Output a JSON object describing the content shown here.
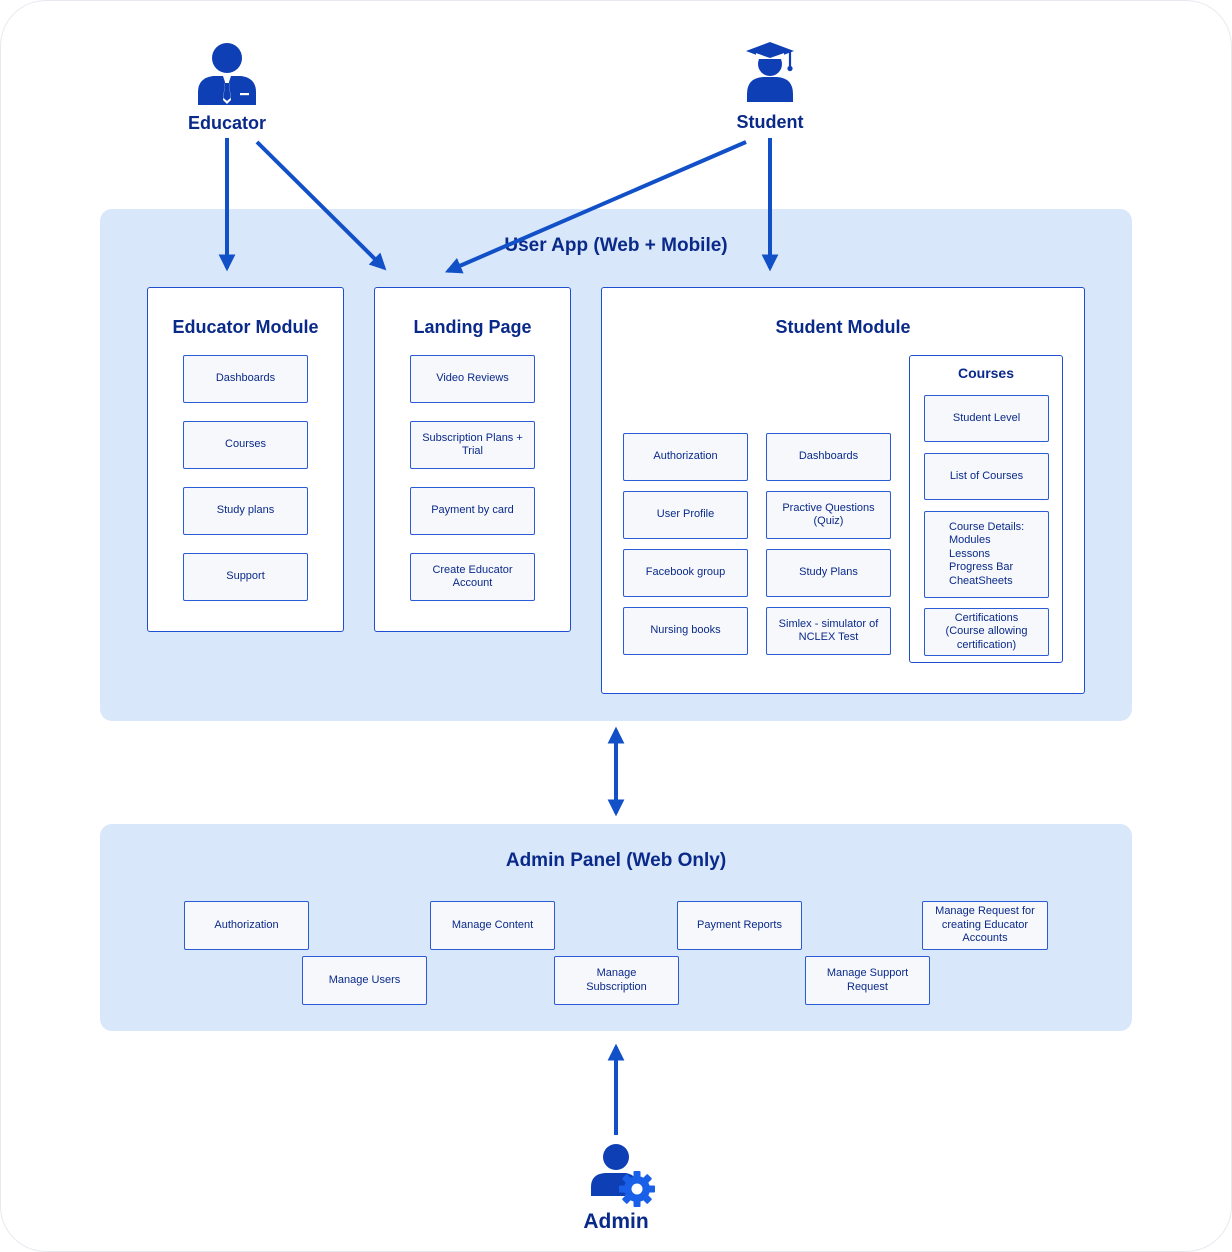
{
  "actors": {
    "educator": "Educator",
    "student": "Student",
    "admin": "Admin"
  },
  "user_app": {
    "title": "User App (Web + Mobile)",
    "educator_module": {
      "title": "Educator Module",
      "items": [
        "Dashboards",
        "Courses",
        "Study plans",
        "Support"
      ]
    },
    "landing_page": {
      "title": "Landing Page",
      "items": [
        "Video Reviews",
        "Subscription Plans +\nTrial",
        "Payment by card",
        "Create Educator\nAccount"
      ]
    },
    "student_module": {
      "title": "Student Module",
      "items": [
        "Authorization",
        "Dashboards",
        "User Profile",
        "Practive Questions\n(Quiz)",
        "Facebook group",
        "Study Plans",
        "Nursing books",
        "Simlex - simulator of\nNCLEX Test"
      ],
      "courses": {
        "title": "Courses",
        "items": [
          "Student Level",
          "List of Courses",
          "Course Details:\nModules\nLessons\nProgress Bar\nCheatSheets",
          "Certifications\n(Course allowing\ncertification)"
        ]
      }
    }
  },
  "admin_panel": {
    "title": "Admin Panel (Web Only)",
    "items": [
      "Authorization",
      "Manage Content",
      "Payment Reports",
      "Manage Request for\ncreating Educator\nAccounts",
      "Manage Users",
      "Manage\nSubscription",
      "Manage Support\nRequest"
    ]
  },
  "colors": {
    "accent": "#1250c8",
    "region_bg": "#d9e7fb",
    "text": "#0a2a8a"
  },
  "icons": [
    "educator-icon",
    "student-icon",
    "admin-icon"
  ]
}
